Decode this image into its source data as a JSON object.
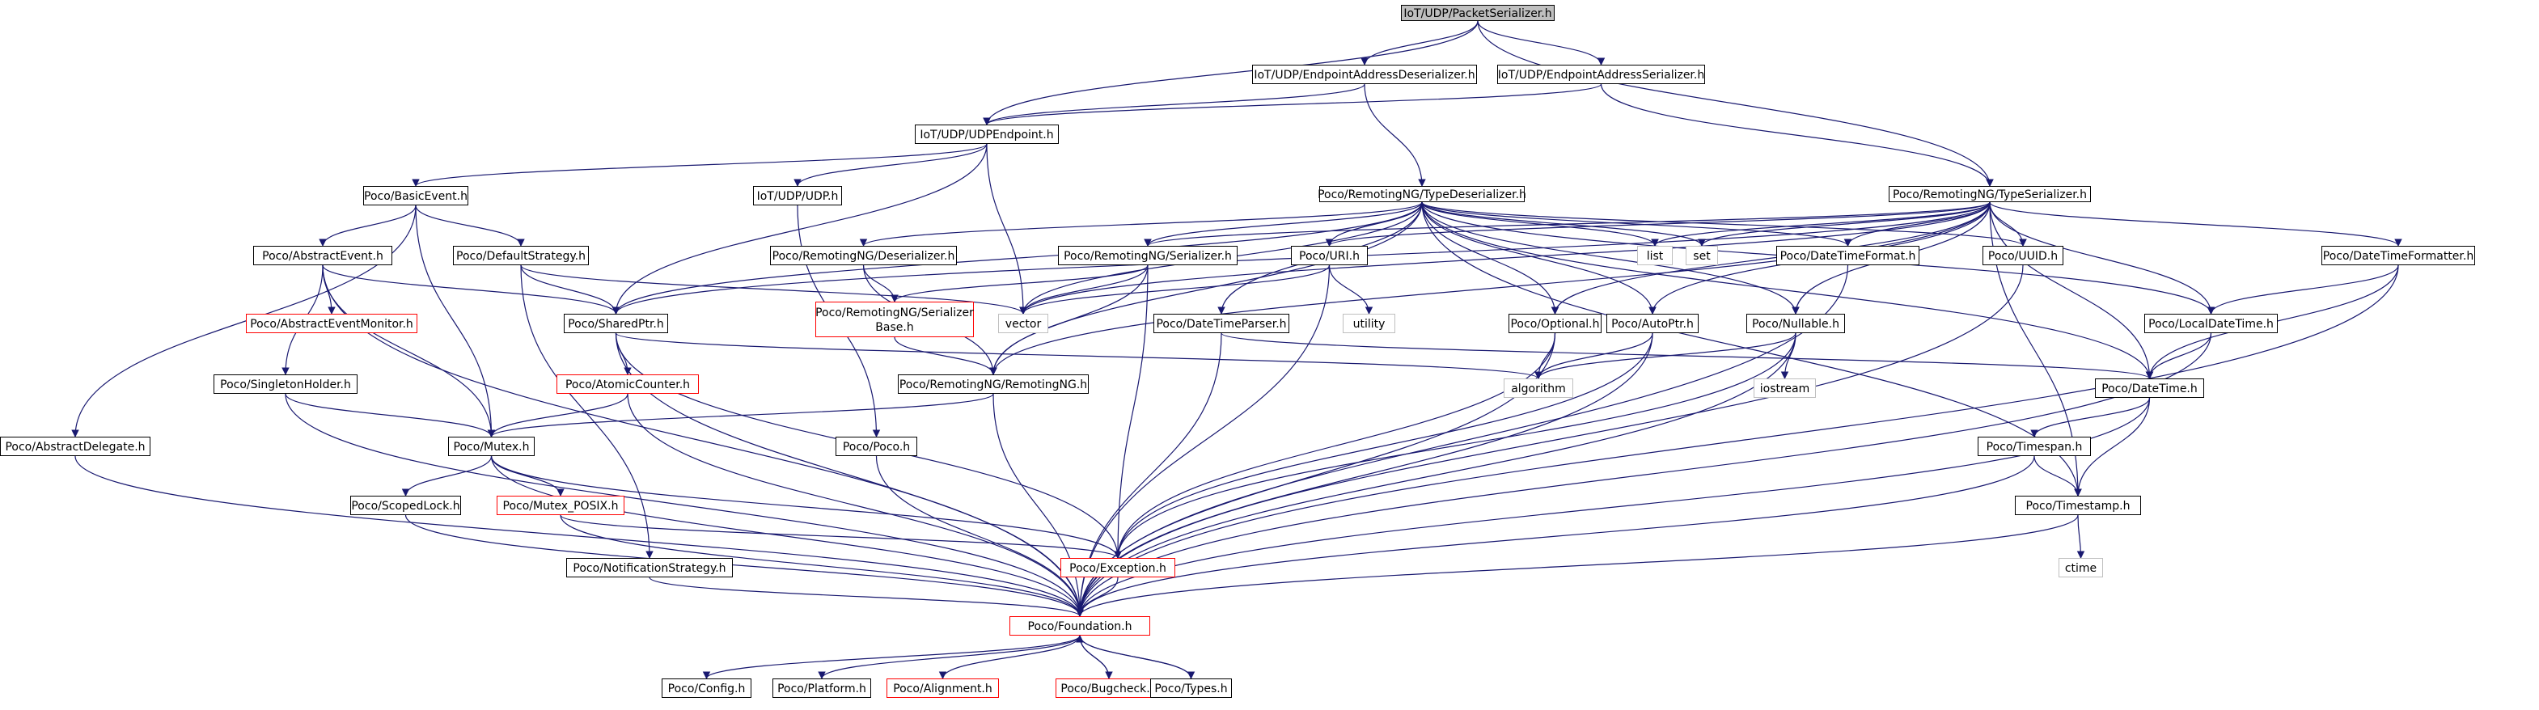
{
  "colors": {
    "edge": "#191970",
    "border_normal": "#000000",
    "border_truncated": "#ff0000",
    "border_external": "#bfbfbf",
    "fill_root": "#bfbfbf",
    "fill_normal": "#ffffff"
  },
  "nodes": [
    {
      "id": "root",
      "label": "IoT/UDP/PacketSerializer.h",
      "kind": "root"
    },
    {
      "id": "eadeser",
      "label": "IoT/UDP/EndpointAddressDeserializer.h",
      "kind": "normal"
    },
    {
      "id": "easer",
      "label": "IoT/UDP/EndpointAddressSerializer.h",
      "kind": "normal"
    },
    {
      "id": "typeser",
      "label": "Poco/RemotingNG/TypeSerializer.h",
      "kind": "normal"
    },
    {
      "id": "udpendpoint",
      "label": "IoT/UDP/UDPEndpoint.h",
      "kind": "normal"
    },
    {
      "id": "typedeser",
      "label": "Poco/RemotingNG/TypeDeserializer.h",
      "kind": "normal"
    },
    {
      "id": "basicevent",
      "label": "Poco/BasicEvent.h",
      "kind": "normal"
    },
    {
      "id": "udph",
      "label": "IoT/UDP/UDP.h",
      "kind": "normal"
    },
    {
      "id": "abstractevent",
      "label": "Poco/AbstractEvent.h",
      "kind": "normal"
    },
    {
      "id": "defaultstrategy",
      "label": "Poco/DefaultStrategy.h",
      "kind": "normal"
    },
    {
      "id": "rdeserializer",
      "label": "Poco/RemotingNG/Deserializer.h",
      "kind": "normal"
    },
    {
      "id": "rserializer",
      "label": "Poco/RemotingNG/Serializer.h",
      "kind": "normal"
    },
    {
      "id": "uri",
      "label": "Poco/URI.h",
      "kind": "normal"
    },
    {
      "id": "list",
      "label": "list",
      "kind": "external"
    },
    {
      "id": "set",
      "label": "set",
      "kind": "external"
    },
    {
      "id": "dtformat",
      "label": "Poco/DateTimeFormat.h",
      "kind": "normal"
    },
    {
      "id": "uuid",
      "label": "Poco/UUID.h",
      "kind": "normal"
    },
    {
      "id": "dtformatter",
      "label": "Poco/DateTimeFormatter.h",
      "kind": "normal"
    },
    {
      "id": "aemonitor",
      "label": "Poco/AbstractEventMonitor.h",
      "kind": "truncated"
    },
    {
      "id": "sharedptr",
      "label": "Poco/SharedPtr.h",
      "kind": "normal"
    },
    {
      "id": "serbase",
      "label": "Poco/RemotingNG/Serializer\nBase.h",
      "kind": "truncated"
    },
    {
      "id": "vector",
      "label": "vector",
      "kind": "external"
    },
    {
      "id": "utility",
      "label": "utility",
      "kind": "external"
    },
    {
      "id": "dtparser",
      "label": "Poco/DateTimeParser.h",
      "kind": "normal"
    },
    {
      "id": "optional",
      "label": "Poco/Optional.h",
      "kind": "normal"
    },
    {
      "id": "autoptr",
      "label": "Poco/AutoPtr.h",
      "kind": "normal"
    },
    {
      "id": "nullable",
      "label": "Poco/Nullable.h",
      "kind": "normal"
    },
    {
      "id": "localdt",
      "label": "Poco/LocalDateTime.h",
      "kind": "normal"
    },
    {
      "id": "singleton",
      "label": "Poco/SingletonHolder.h",
      "kind": "normal"
    },
    {
      "id": "atomic",
      "label": "Poco/AtomicCounter.h",
      "kind": "truncated"
    },
    {
      "id": "remotingng",
      "label": "Poco/RemotingNG/RemotingNG.h",
      "kind": "normal"
    },
    {
      "id": "algorithm",
      "label": "algorithm",
      "kind": "external"
    },
    {
      "id": "iostream",
      "label": "iostream",
      "kind": "external"
    },
    {
      "id": "datetime",
      "label": "Poco/DateTime.h",
      "kind": "normal"
    },
    {
      "id": "absdelegate",
      "label": "Poco/AbstractDelegate.h",
      "kind": "normal"
    },
    {
      "id": "mutex",
      "label": "Poco/Mutex.h",
      "kind": "normal"
    },
    {
      "id": "pocoh",
      "label": "Poco/Poco.h",
      "kind": "normal"
    },
    {
      "id": "timespan",
      "label": "Poco/Timespan.h",
      "kind": "normal"
    },
    {
      "id": "scopedlock",
      "label": "Poco/ScopedLock.h",
      "kind": "normal"
    },
    {
      "id": "mutexposix",
      "label": "Poco/Mutex_POSIX.h",
      "kind": "truncated"
    },
    {
      "id": "timestamp",
      "label": "Poco/Timestamp.h",
      "kind": "normal"
    },
    {
      "id": "notifstrategy",
      "label": "Poco/NotificationStrategy.h",
      "kind": "normal"
    },
    {
      "id": "exception",
      "label": "Poco/Exception.h",
      "kind": "truncated"
    },
    {
      "id": "ctime",
      "label": "ctime",
      "kind": "external"
    },
    {
      "id": "foundation",
      "label": "Poco/Foundation.h",
      "kind": "truncated"
    },
    {
      "id": "config",
      "label": "Poco/Config.h",
      "kind": "normal"
    },
    {
      "id": "platform",
      "label": "Poco/Platform.h",
      "kind": "normal"
    },
    {
      "id": "alignment",
      "label": "Poco/Alignment.h",
      "kind": "truncated"
    },
    {
      "id": "bugcheck",
      "label": "Poco/Bugcheck.h",
      "kind": "truncated"
    },
    {
      "id": "types",
      "label": "Poco/Types.h",
      "kind": "normal"
    }
  ],
  "edges": [
    [
      "root",
      "eadeser"
    ],
    [
      "root",
      "easer"
    ],
    [
      "root",
      "udpendpoint"
    ],
    [
      "root",
      "typeser"
    ],
    [
      "eadeser",
      "udpendpoint"
    ],
    [
      "eadeser",
      "typedeser"
    ],
    [
      "easer",
      "udpendpoint"
    ],
    [
      "easer",
      "typeser"
    ],
    [
      "udpendpoint",
      "basicevent"
    ],
    [
      "udpendpoint",
      "udph"
    ],
    [
      "udpendpoint",
      "sharedptr"
    ],
    [
      "udpendpoint",
      "vector"
    ],
    [
      "basicevent",
      "abstractevent"
    ],
    [
      "basicevent",
      "defaultstrategy"
    ],
    [
      "basicevent",
      "absdelegate"
    ],
    [
      "basicevent",
      "mutex"
    ],
    [
      "abstractevent",
      "aemonitor"
    ],
    [
      "abstractevent",
      "singleton"
    ],
    [
      "abstractevent",
      "sharedptr"
    ],
    [
      "abstractevent",
      "mutex"
    ],
    [
      "abstractevent",
      "foundation"
    ],
    [
      "defaultstrategy",
      "sharedptr"
    ],
    [
      "defaultstrategy",
      "vector"
    ],
    [
      "defaultstrategy",
      "notifstrategy"
    ],
    [
      "udph",
      "pocoh"
    ],
    [
      "typedeser",
      "rdeserializer"
    ],
    [
      "typedeser",
      "rserializer"
    ],
    [
      "typedeser",
      "uri"
    ],
    [
      "typedeser",
      "list"
    ],
    [
      "typedeser",
      "set"
    ],
    [
      "typedeser",
      "dtformat"
    ],
    [
      "typedeser",
      "uuid"
    ],
    [
      "typedeser",
      "sharedptr"
    ],
    [
      "typedeser",
      "vector"
    ],
    [
      "typedeser",
      "dtparser"
    ],
    [
      "typedeser",
      "optional"
    ],
    [
      "typedeser",
      "autoptr"
    ],
    [
      "typedeser",
      "nullable"
    ],
    [
      "typedeser",
      "localdt"
    ],
    [
      "typedeser",
      "datetime"
    ],
    [
      "typedeser",
      "remotingng"
    ],
    [
      "typedeser",
      "timestamp"
    ],
    [
      "typeser",
      "rserializer"
    ],
    [
      "typeser",
      "uri"
    ],
    [
      "typeser",
      "list"
    ],
    [
      "typeser",
      "set"
    ],
    [
      "typeser",
      "dtformat"
    ],
    [
      "typeser",
      "uuid"
    ],
    [
      "typeser",
      "dtformatter"
    ],
    [
      "typeser",
      "sharedptr"
    ],
    [
      "typeser",
      "vector"
    ],
    [
      "typeser",
      "optional"
    ],
    [
      "typeser",
      "autoptr"
    ],
    [
      "typeser",
      "nullable"
    ],
    [
      "typeser",
      "localdt"
    ],
    [
      "typeser",
      "datetime"
    ],
    [
      "typeser",
      "remotingng"
    ],
    [
      "typeser",
      "timestamp"
    ],
    [
      "rdeserializer",
      "serbase"
    ],
    [
      "rdeserializer",
      "remotingng"
    ],
    [
      "rserializer",
      "serbase"
    ],
    [
      "rserializer",
      "remotingng"
    ],
    [
      "rserializer",
      "exception"
    ],
    [
      "rserializer",
      "vector"
    ],
    [
      "uri",
      "vector"
    ],
    [
      "uri",
      "utility"
    ],
    [
      "uri",
      "foundation"
    ],
    [
      "dtformat",
      "foundation"
    ],
    [
      "uuid",
      "foundation"
    ],
    [
      "dtformatter",
      "localdt"
    ],
    [
      "dtformatter",
      "datetime"
    ],
    [
      "dtformatter",
      "foundation"
    ],
    [
      "sharedptr",
      "atomic"
    ],
    [
      "sharedptr",
      "algorithm"
    ],
    [
      "sharedptr",
      "exception"
    ],
    [
      "sharedptr",
      "foundation"
    ],
    [
      "serbase",
      "remotingng"
    ],
    [
      "dtparser",
      "datetime"
    ],
    [
      "dtparser",
      "foundation"
    ],
    [
      "optional",
      "algorithm"
    ],
    [
      "optional",
      "exception"
    ],
    [
      "optional",
      "foundation"
    ],
    [
      "autoptr",
      "algorithm"
    ],
    [
      "autoptr",
      "exception"
    ],
    [
      "autoptr",
      "foundation"
    ],
    [
      "nullable",
      "algorithm"
    ],
    [
      "nullable",
      "iostream"
    ],
    [
      "nullable",
      "exception"
    ],
    [
      "nullable",
      "foundation"
    ],
    [
      "localdt",
      "datetime"
    ],
    [
      "localdt",
      "foundation"
    ],
    [
      "singleton",
      "mutex"
    ],
    [
      "singleton",
      "foundation"
    ],
    [
      "atomic",
      "mutex"
    ],
    [
      "atomic",
      "foundation"
    ],
    [
      "remotingng",
      "mutex"
    ],
    [
      "remotingng",
      "foundation"
    ],
    [
      "datetime",
      "timespan"
    ],
    [
      "datetime",
      "timestamp"
    ],
    [
      "datetime",
      "foundation"
    ],
    [
      "absdelegate",
      "foundation"
    ],
    [
      "mutex",
      "scopedlock"
    ],
    [
      "mutex",
      "mutexposix"
    ],
    [
      "mutex",
      "exception"
    ],
    [
      "mutex",
      "foundation"
    ],
    [
      "pocoh",
      "foundation"
    ],
    [
      "timespan",
      "timestamp"
    ],
    [
      "timespan",
      "foundation"
    ],
    [
      "scopedlock",
      "foundation"
    ],
    [
      "mutexposix",
      "exception"
    ],
    [
      "mutexposix",
      "foundation"
    ],
    [
      "timestamp",
      "ctime"
    ],
    [
      "timestamp",
      "foundation"
    ],
    [
      "notifstrategy",
      "foundation"
    ],
    [
      "exception",
      "foundation"
    ],
    [
      "foundation",
      "config"
    ],
    [
      "foundation",
      "platform"
    ],
    [
      "foundation",
      "alignment"
    ],
    [
      "foundation",
      "bugcheck"
    ],
    [
      "foundation",
      "types"
    ],
    [
      "bugcheck",
      "foundation"
    ],
    [
      "types",
      "foundation"
    ]
  ]
}
